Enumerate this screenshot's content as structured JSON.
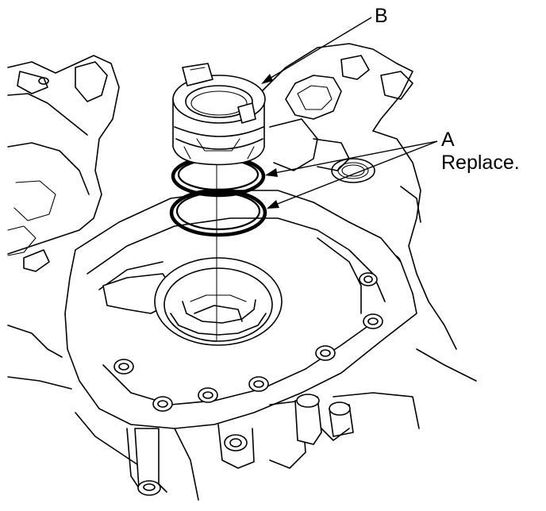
{
  "callouts": {
    "b": {
      "letter": "B"
    },
    "a": {
      "letter": "A",
      "note": "Replace."
    }
  },
  "colors": {
    "line": "#000000",
    "background": "#ffffff"
  }
}
